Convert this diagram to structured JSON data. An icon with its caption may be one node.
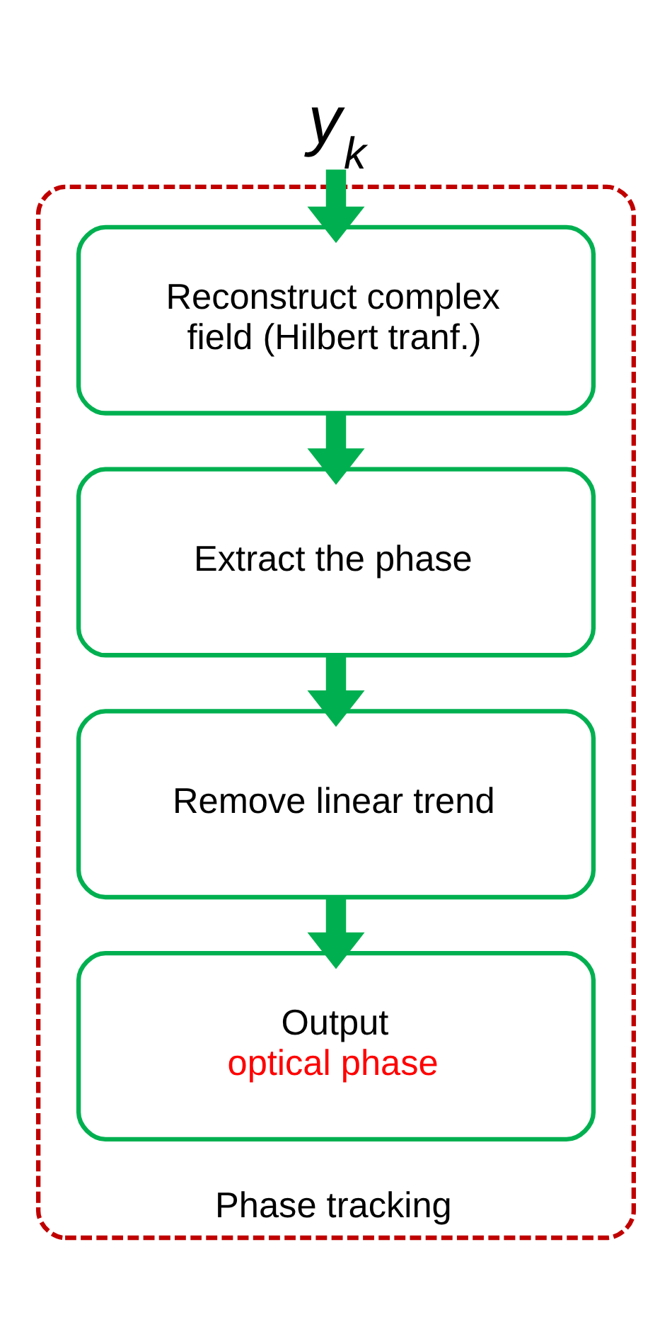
{
  "diagram": {
    "nodes": [
      {
        "text": [
          "y$_{k}$"
        ]
      },
      {
        "text": [
          "Phase tracking"
        ]
      },
      {
        "text": [
          "Reconstruct complex field (Hilbert tranf.)"
        ],
        "in": 1
      },
      {
        "text": [
          "Extract the phase"
        ],
        "in": 1
      },
      {
        "text": [
          "Remove linear trend"
        ],
        "in": 1
      },
      {
        "text": [
          "Output",
          "optical phase"
        ],
        "in": 1
      }
    ],
    "edges": [
      {
        "from": 0,
        "to": 2,
        "arrow": "to"
      },
      {
        "from": 2,
        "to": 3,
        "arrow": "to"
      },
      {
        "from": 3,
        "to": 4,
        "arrow": "to"
      },
      {
        "from": 4,
        "to": 5,
        "arrow": "to"
      }
    ]
  }
}
